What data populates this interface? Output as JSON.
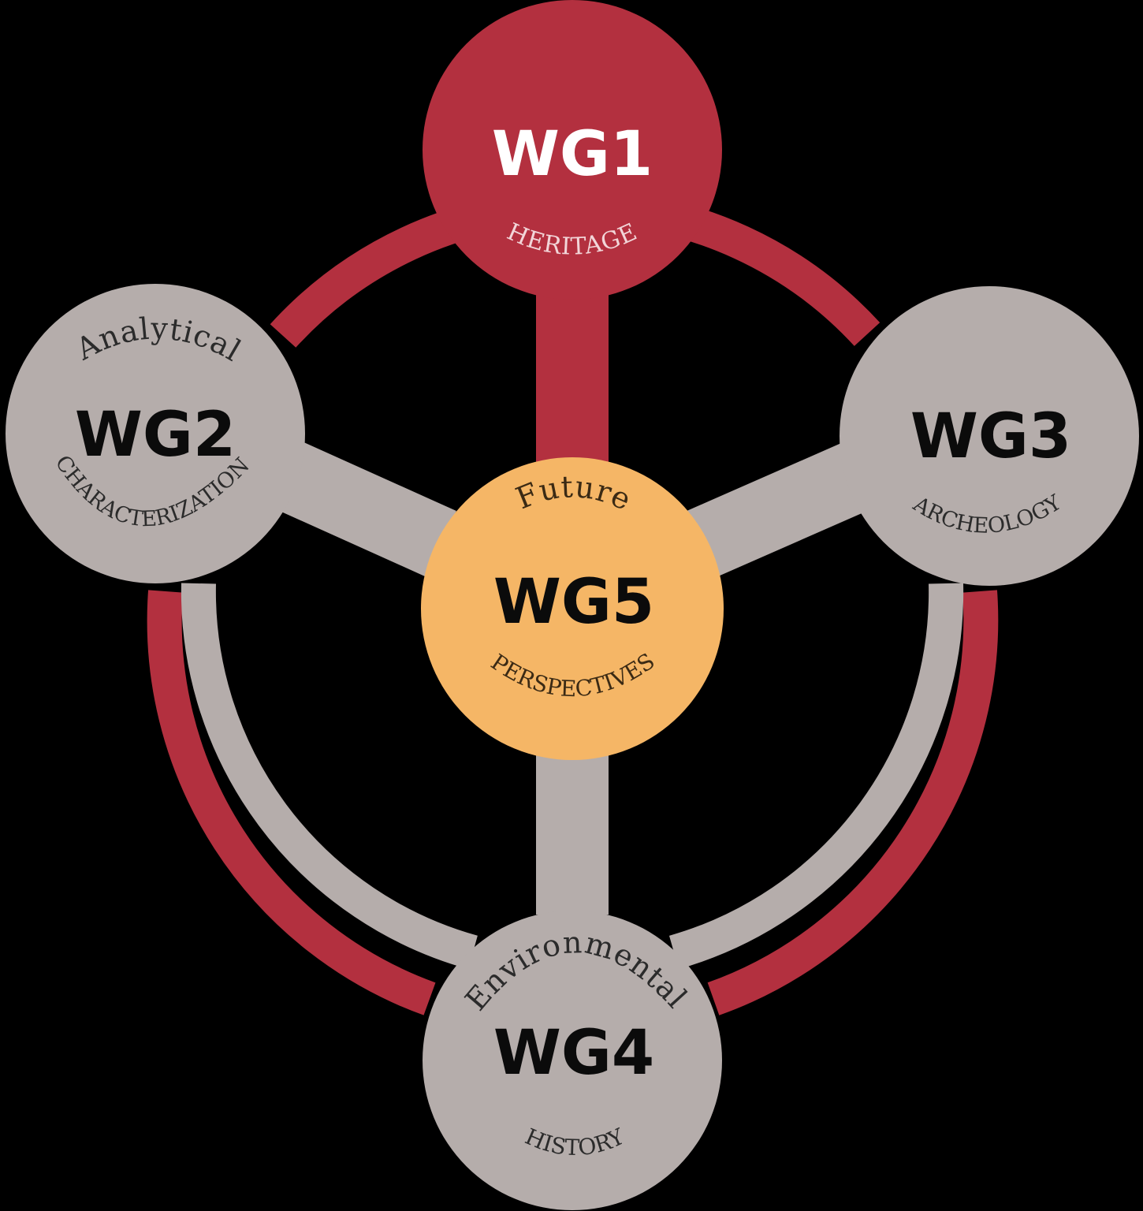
{
  "colors": {
    "background": "#000000",
    "outer_ring": "#b3303f",
    "inner_ring": "#b5adab",
    "wg1_fill": "#b3303f",
    "grey_node_fill": "#b5adab",
    "wg5_fill": "#f5b666",
    "wg1_title_text": "#ffffff",
    "wg1_sub_text": "#f2d5d8",
    "dark_text": "#0b0b0b",
    "grey_sub_text": "#2b2b2b",
    "wg5_sub_text": "#3b2a14"
  },
  "nodes": {
    "wg1": {
      "title": "WG1",
      "top_text": "",
      "bottom_text": "HERITAGE"
    },
    "wg2": {
      "title": "WG2",
      "top_text": "Analytical",
      "bottom_text": "CHARACTERIZATION"
    },
    "wg3": {
      "title": "WG3",
      "top_text": "",
      "bottom_text": "ARCHEOLOGY"
    },
    "wg4": {
      "title": "WG4",
      "top_text": "Environmental",
      "bottom_text": "HISTORY"
    },
    "wg5": {
      "title": "WG5",
      "top_text": "Future",
      "bottom_text": "PERSPECTIVES"
    }
  }
}
